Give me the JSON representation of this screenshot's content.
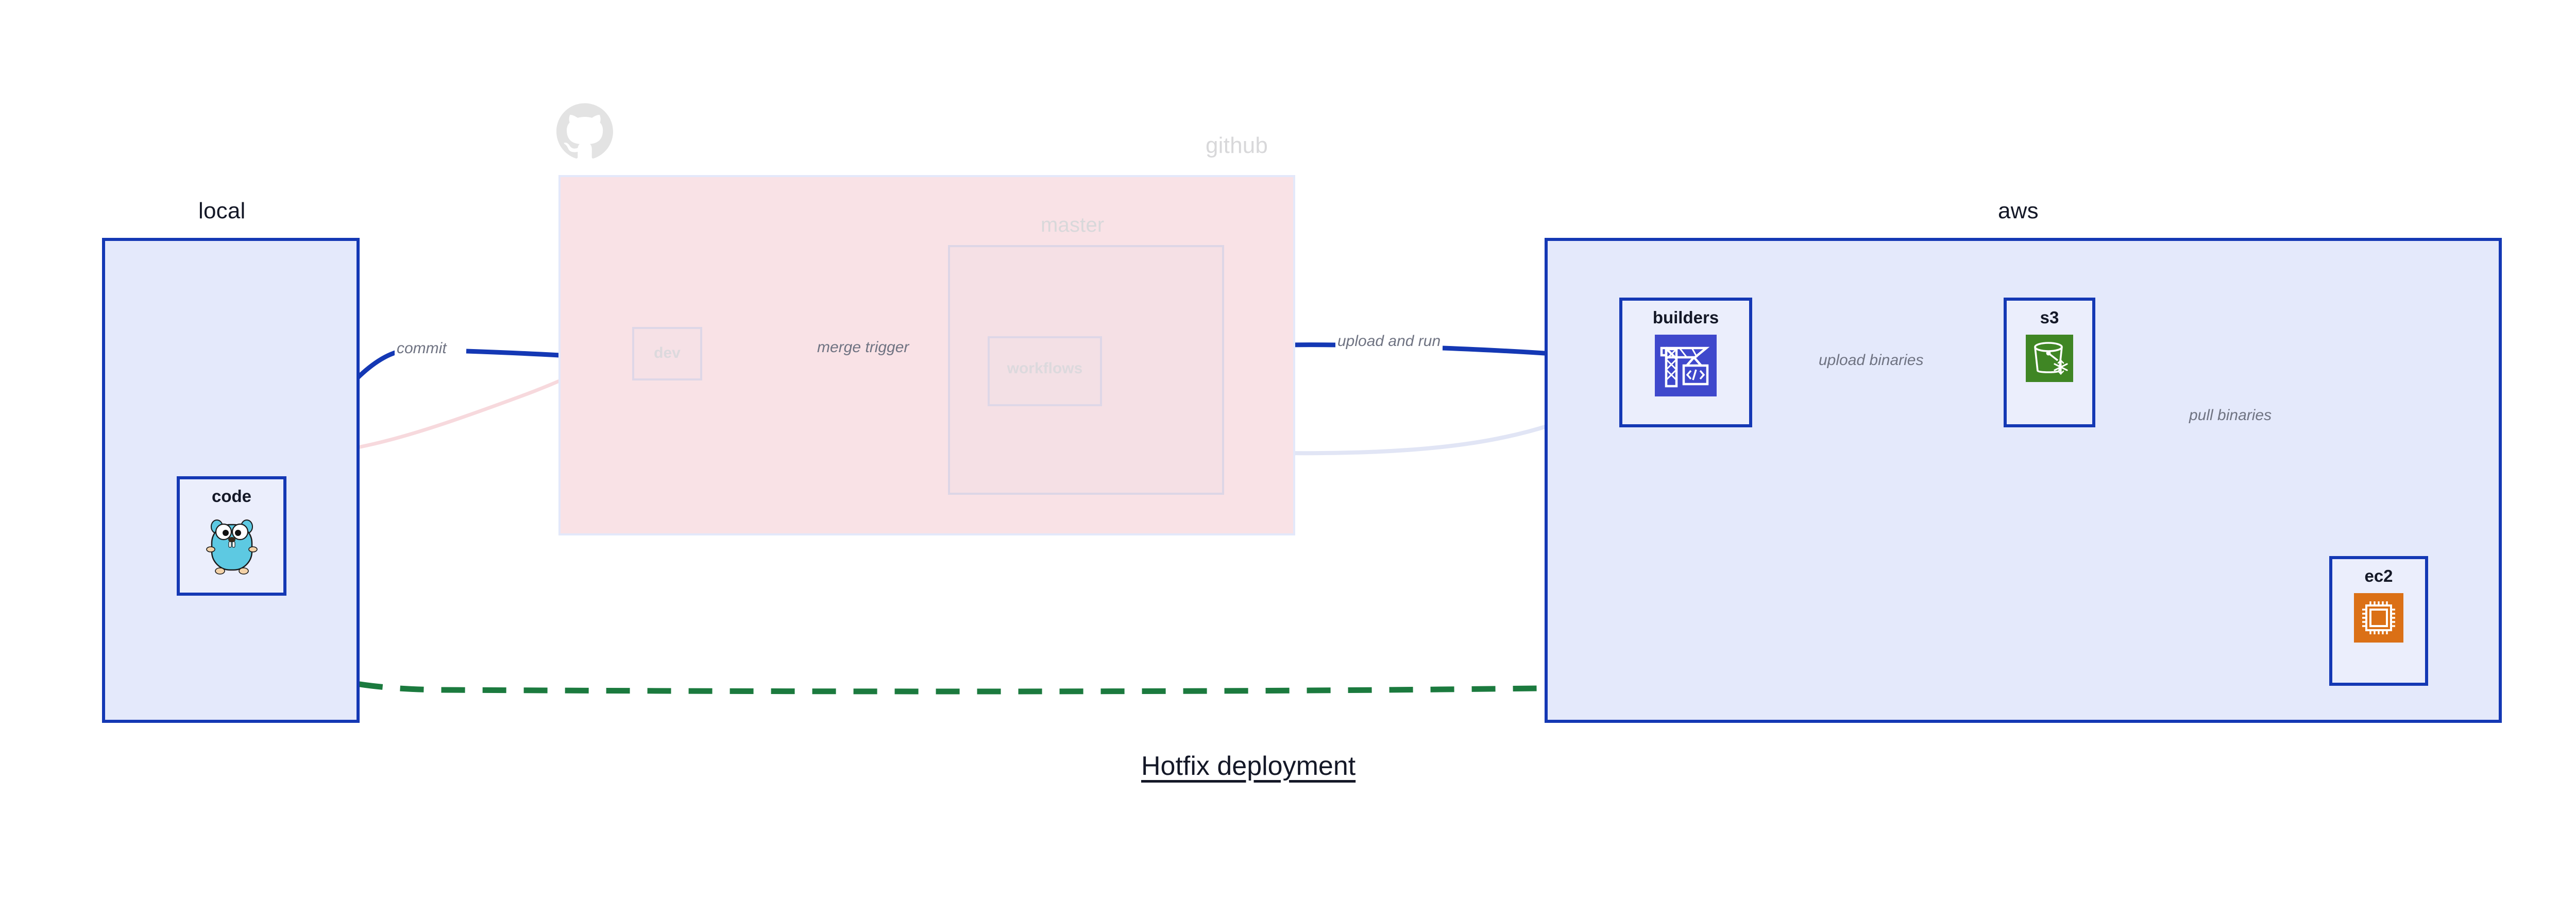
{
  "diagram": {
    "title": "Hotfix deployment",
    "groups": [
      {
        "id": "local",
        "label": "local"
      },
      {
        "id": "github",
        "label": "github"
      },
      {
        "id": "master",
        "label": "master"
      },
      {
        "id": "aws",
        "label": "aws"
      }
    ],
    "nodes": [
      {
        "id": "code",
        "label": "code",
        "icon": "go-gopher-icon",
        "group": "local",
        "state": "active"
      },
      {
        "id": "dev",
        "label": "dev",
        "icon": "none",
        "group": "github",
        "state": "faded"
      },
      {
        "id": "workflows",
        "label": "workflows",
        "icon": "none",
        "group": "master",
        "state": "faded"
      },
      {
        "id": "builders",
        "label": "builders",
        "icon": "aws-codebuild-icon",
        "group": "aws",
        "state": "active"
      },
      {
        "id": "s3",
        "label": "s3",
        "icon": "aws-s3-glacier-icon",
        "group": "aws",
        "state": "active"
      },
      {
        "id": "ec2",
        "label": "ec2",
        "icon": "aws-ec2-icon",
        "group": "aws",
        "state": "active"
      }
    ],
    "edges": [
      {
        "id": "commit",
        "from": "code",
        "to": "dev",
        "label": "commit",
        "style": "solid",
        "state": "active"
      },
      {
        "id": "merge-trigger",
        "from": "dev",
        "to": "workflows",
        "label": "merge trigger",
        "style": "solid",
        "state": "active"
      },
      {
        "id": "upload-and-run",
        "from": "workflows",
        "to": "builders",
        "label": "upload and run",
        "style": "solid",
        "state": "active"
      },
      {
        "id": "upload-binaries",
        "from": "builders",
        "to": "s3",
        "label": "upload binaries",
        "style": "solid",
        "state": "active"
      },
      {
        "id": "pull-binaries",
        "from": "s3",
        "to": "ec2",
        "label": "pull binaries",
        "style": "solid",
        "state": "active"
      },
      {
        "id": "hotfix-direct",
        "from": "code",
        "to": "ec2",
        "label": "",
        "style": "dashed",
        "state": "highlight"
      },
      {
        "id": "ghost-to-dev",
        "from": "code",
        "to": "dev",
        "label": "",
        "style": "solid",
        "state": "ghost"
      },
      {
        "id": "ghost-to-workflows",
        "from": "dev",
        "to": "workflows",
        "label": "",
        "style": "solid",
        "state": "ghost"
      },
      {
        "id": "ghost-to-builders",
        "from": "workflows",
        "to": "builders",
        "label": "",
        "style": "solid",
        "state": "ghost"
      }
    ],
    "colors": {
      "accent_blue": "#1438b4",
      "group_blue_fill": "#e4e9fb",
      "group_pink_fill": "#f9e2e6",
      "hotfix_green": "#1b7a3e",
      "label_gray": "#6f7382",
      "faded_gray": "#d8d8da",
      "codebuild_purple": "#3f48cc",
      "s3_green": "#3f8624",
      "ec2_orange": "#db7016",
      "gopher_cyan": "#5dc9e2",
      "text_dark": "#141827"
    }
  }
}
